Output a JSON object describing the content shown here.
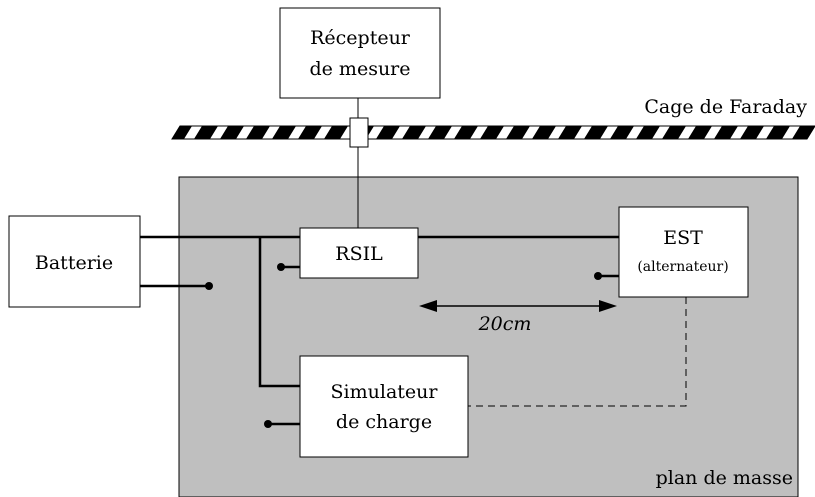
{
  "diagram": {
    "receiver": {
      "line1": "Récepteur",
      "line2": "de mesure"
    },
    "faraday_cage_label": "Cage de Faraday",
    "battery_label": "Batterie",
    "rsil_label": "RSIL",
    "est": {
      "line1": "EST",
      "line2": "(alternateur)"
    },
    "distance_label": "20cm",
    "load_simulator": {
      "line1": "Simulateur",
      "line2": "de charge"
    },
    "ground_plane_label": "plan de masse"
  },
  "colors": {
    "ground_plane": "#bfbfbf",
    "stroke": "#000000",
    "box_fill": "#ffffff"
  }
}
